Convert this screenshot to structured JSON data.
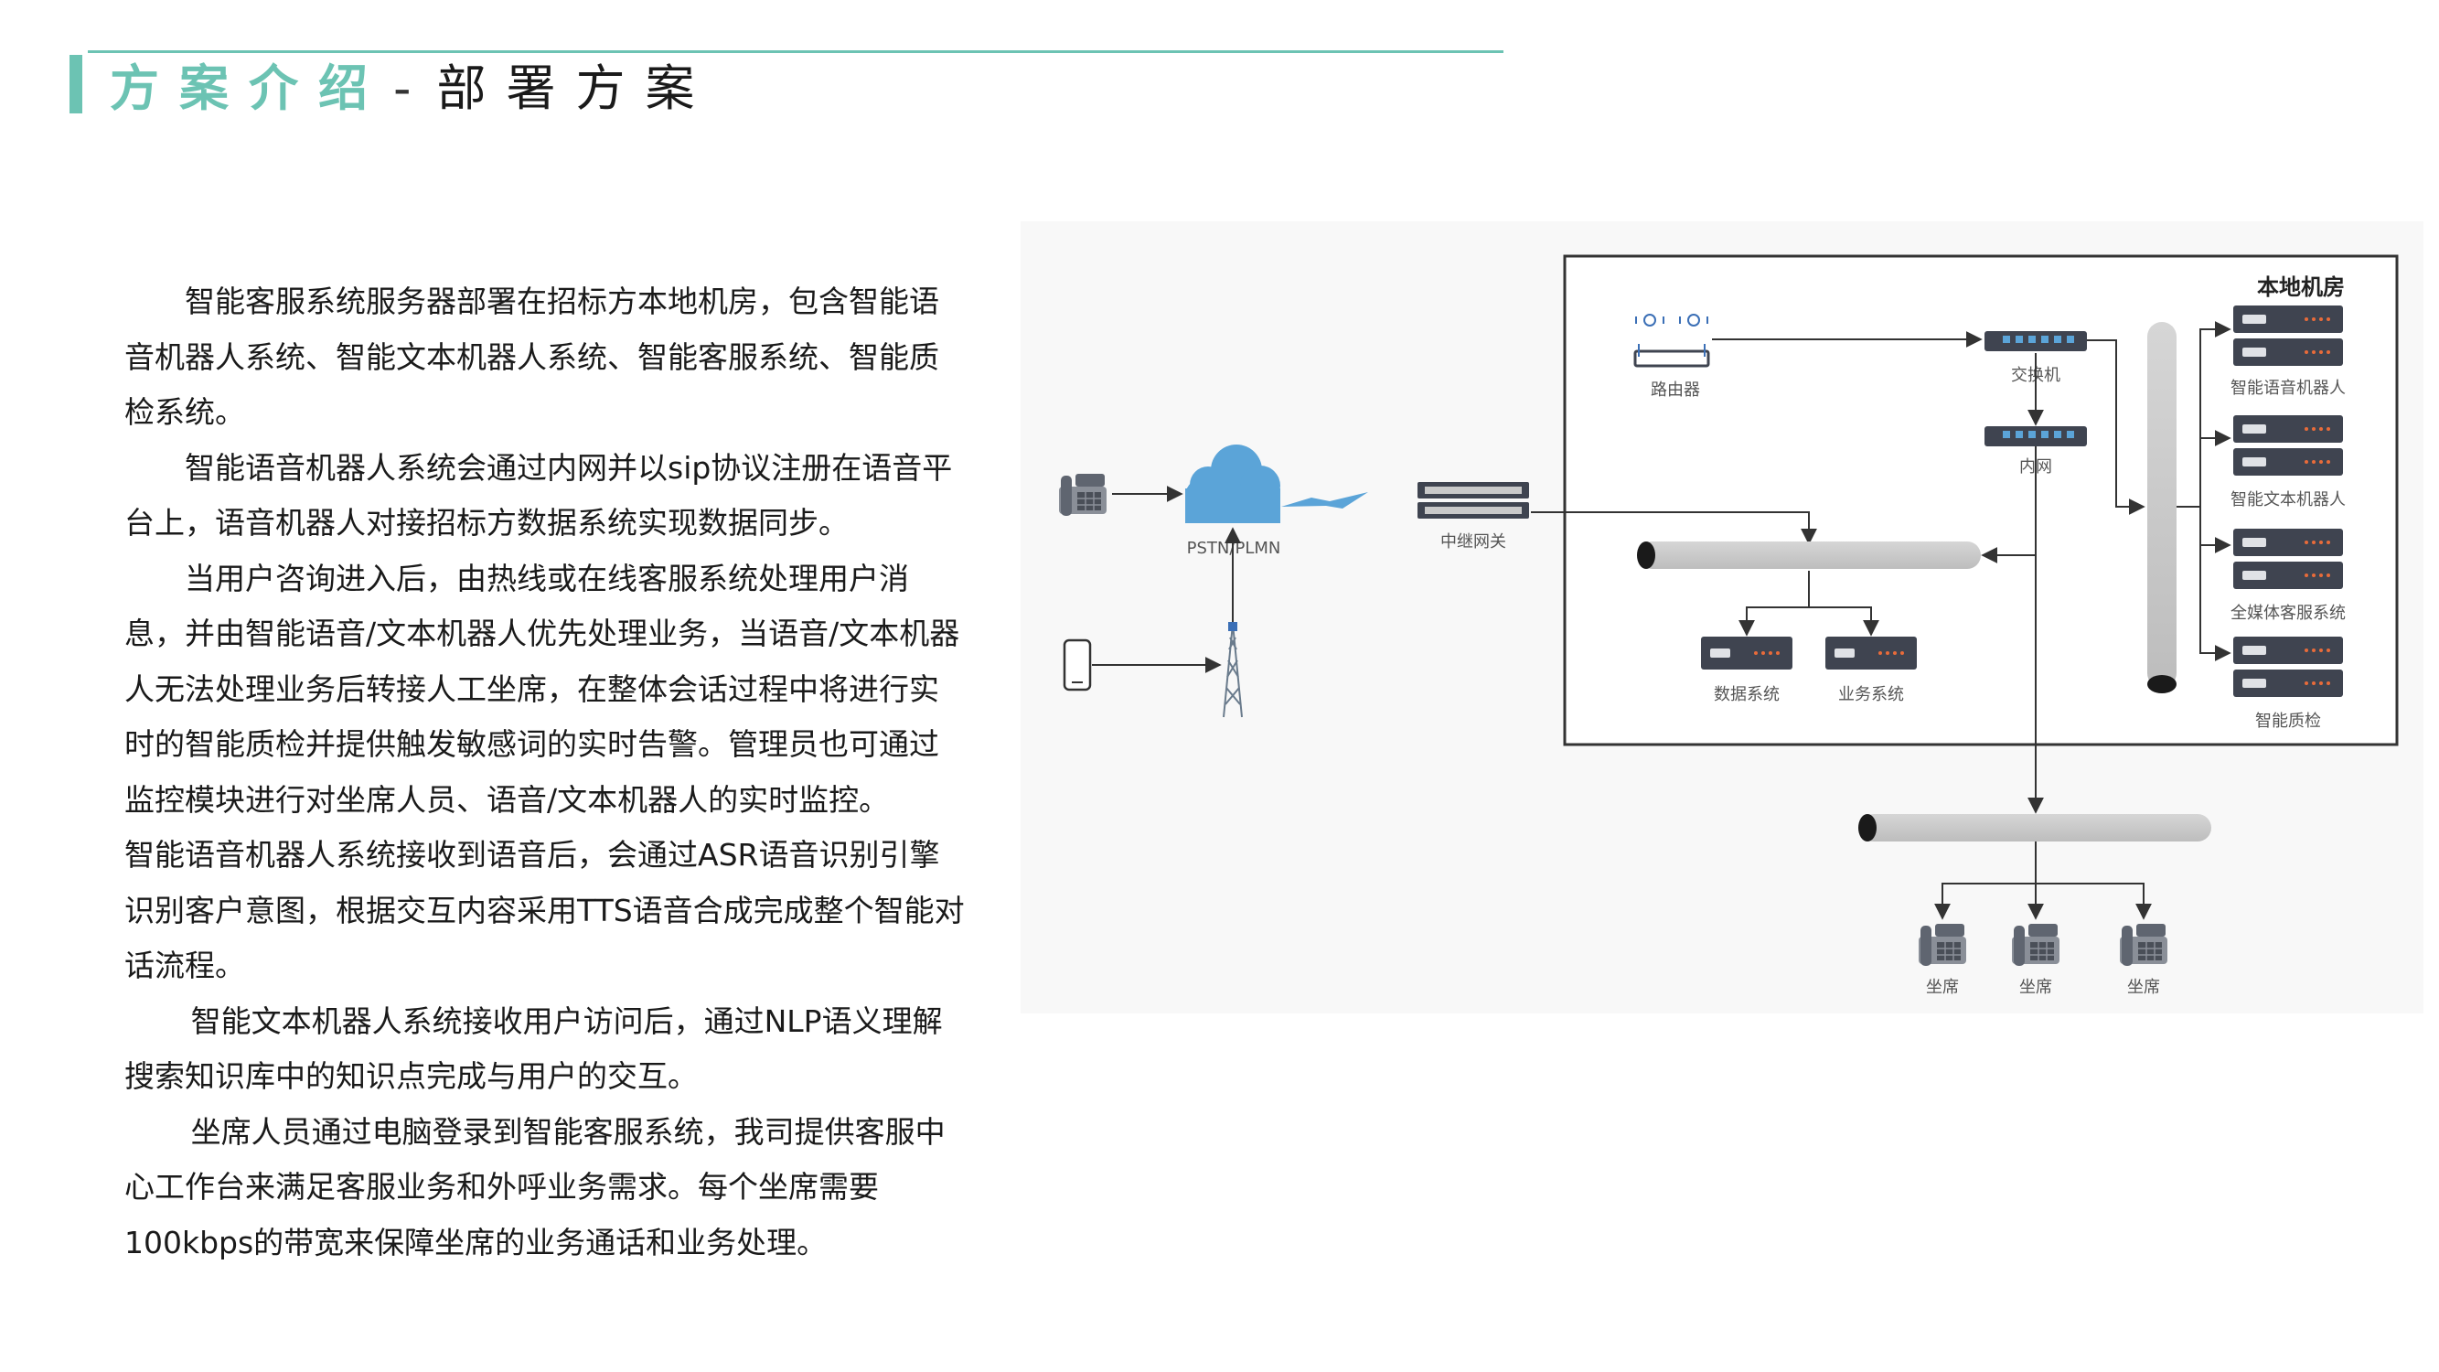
{
  "title": {
    "accent": "方案介绍",
    "separator": "-",
    "main": "部署方案"
  },
  "body": {
    "paragraphs": [
      "智能客服系统服务器部署在招标方本地机房，包含智能语音机器人系统、智能文本机器人系统、智能客服系统、智能质检系统。",
      "智能语音机器人系统会通过内网并以sip协议注册在语音平台上，语音机器人对接招标方数据系统实现数据同步。",
      "当用户咨询进入后，由热线或在线客服系统处理用户消息，并由智能语音/文本机器人优先处理业务，当语音/文本机器人无法处理业务后转接人工坐席，在整体会话过程中将进行实时的智能质检并提供触发敏感词的实时告警。管理员也可通过监控模块进行对坐席人员、语音/文本机器人的实时监控。",
      "智能语音机器人系统接收到语音后，会通过ASR语音识别引擎识别客户意图，根据交互内容采用TTS语音合成完成整个智能对话流程。",
      "智能文本机器人系统接收用户访问后，通过NLP语义理解搜索知识库中的知识点完成与用户的交互。",
      "坐席人员通过电脑登录到智能客服系统，我司提供客服中心工作台来满足客服业务和外呼业务需求。每个坐席需要100kbps的带宽来保障坐席的业务通话和业务处理。"
    ]
  },
  "diagram": {
    "local_room_label": "本地机房",
    "pstn_label": "PSTN/PLMN",
    "trunk_gateway_label": "中继网关",
    "router_label": "路由器",
    "switch_label": "交换机",
    "intranet_label": "内网",
    "data_system_label": "数据系统",
    "business_system_label": "业务系统",
    "servers": [
      "智能语音机器人",
      "智能文本机器人",
      "全媒体客服系统",
      "智能质检"
    ],
    "seats": [
      "坐席",
      "坐席",
      "坐席"
    ],
    "colors": {
      "accent": "#6cc3b3",
      "server_dark": "#3f4450",
      "server_light": "#e0e2e6",
      "device_blue": "#3b6fb6",
      "cloud_blue": "#5ba4d8",
      "bus_gray": "#c8c8c8",
      "line": "#333333"
    }
  }
}
